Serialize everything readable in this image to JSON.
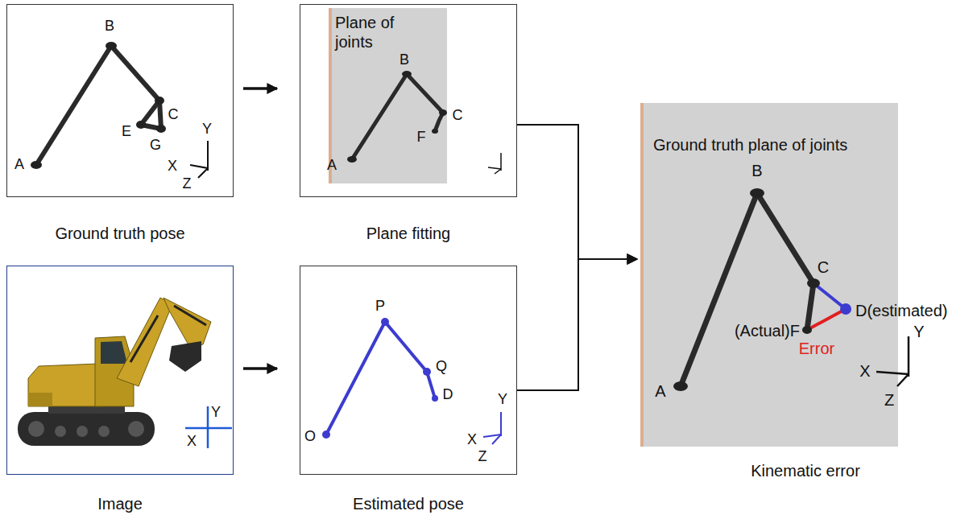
{
  "diagram": {
    "nodes": [
      {
        "text": [
          "Ground truth pose"
        ]
      },
      {
        "text": [
          "Plane fitting"
        ]
      },
      {
        "text": [
          "Plane of joints"
        ],
        "in": 1
      },
      {
        "text": [
          "Image"
        ]
      },
      {
        "text": [
          "Estimated pose"
        ]
      },
      {
        "text": [
          "Ground truth plane of joints"
        ]
      }
    ],
    "edges": [
      {
        "from": 0,
        "to": 1,
        "arrow": "to"
      },
      {
        "from": 3,
        "to": 4,
        "arrow": "to"
      },
      {
        "from": 1,
        "to": 5,
        "arrow": "to"
      },
      {
        "from": 4,
        "to": 5,
        "arrow": "to"
      }
    ],
    "labels": [
      "B",
      "C",
      "E",
      "G",
      "Y",
      "A",
      "X",
      "Z",
      "B",
      "C",
      "F",
      "A",
      "Y",
      "X",
      "P",
      "Q",
      "D",
      "O",
      "Y",
      "X",
      "Z",
      "B",
      "C",
      "(Actual)F",
      "D(estimated)",
      "Error",
      "A",
      "Y",
      "X",
      "Z",
      "Kinematic error"
    ]
  }
}
